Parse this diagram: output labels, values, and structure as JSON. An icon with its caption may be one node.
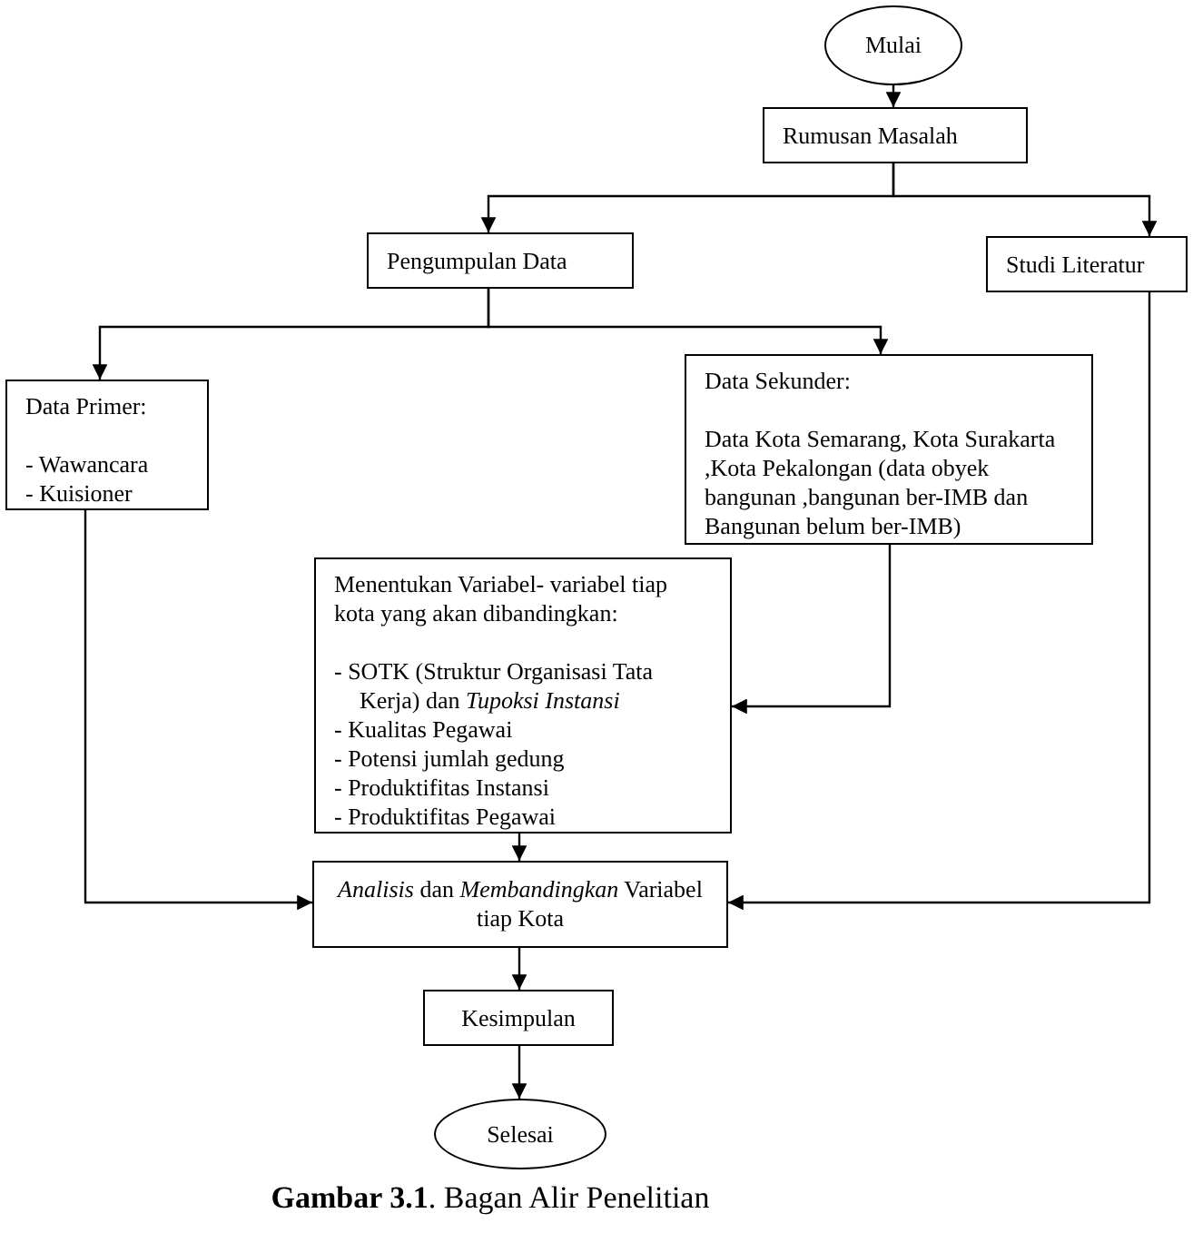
{
  "diagram": {
    "caption": "**Gambar 3.1**. Bagan Alir Penelitian",
    "nodes": [
      {
        "text": [
          "Mulai"
        ]
      },
      {
        "text": [
          "Rumusan Masalah"
        ]
      },
      {
        "text": [
          "Pengumpulan Data"
        ]
      },
      {
        "text": [
          "Studi Literatur"
        ]
      },
      {
        "text": [
          "Data Primer:",
          "- Wawancara",
          "- Kuisioner"
        ]
      },
      {
        "text": [
          "Data Sekunder:",
          "Data Kota Semarang, Kota Surakarta ,Kota Pekalongan (data obyek bangunan ,bangunan ber-IMB dan Bangunan belum ber-IMB)"
        ]
      },
      {
        "text": [
          "Menentukan Variabel- variabel tiap kota yang akan dibandingkan:",
          "- SOTK (Struktur Organisasi Tata Kerja) dan *Tupoksi Instansi*",
          "- Kualitas Pegawai",
          "- Potensi jumlah gedung",
          "- Produktifitas Instansi",
          "- Produktifitas Pegawai"
        ]
      },
      {
        "text": [
          "*Analisis* dan *Membandingkan* Variabel tiap Kota"
        ]
      },
      {
        "text": [
          "Kesimpulan"
        ]
      },
      {
        "text": [
          "Selesai"
        ]
      }
    ],
    "edges": [
      {
        "from": 0,
        "to": 1,
        "arrow": "to"
      },
      {
        "from": 1,
        "to": 2,
        "arrow": "to"
      },
      {
        "from": 1,
        "to": 3,
        "arrow": "to"
      },
      {
        "from": 2,
        "to": 4,
        "arrow": "to"
      },
      {
        "from": 2,
        "to": 5,
        "arrow": "to"
      },
      {
        "from": 5,
        "to": 6,
        "arrow": "to"
      },
      {
        "from": 4,
        "to": 7,
        "arrow": "to"
      },
      {
        "from": 3,
        "to": 7,
        "arrow": "to"
      },
      {
        "from": 6,
        "to": 7,
        "arrow": "to"
      },
      {
        "from": 7,
        "to": 8,
        "arrow": "to"
      },
      {
        "from": 8,
        "to": 9,
        "arrow": "to"
      }
    ]
  }
}
